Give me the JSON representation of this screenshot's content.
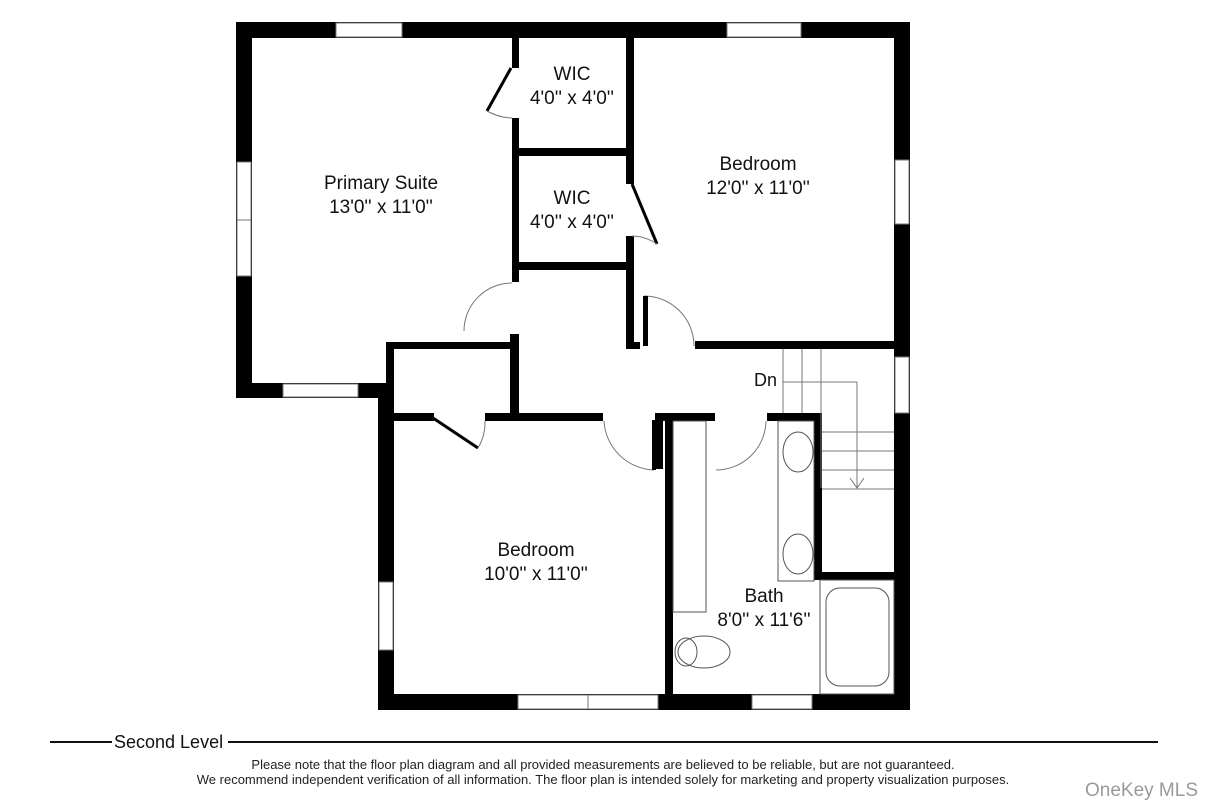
{
  "floor_plan": {
    "level_title": "Second Level",
    "rooms": [
      {
        "id": "primary-suite",
        "name": "Primary Suite",
        "dimensions": "13'0'' x 11'0''"
      },
      {
        "id": "wic-upper",
        "name": "WIC",
        "dimensions": "4'0'' x 4'0''"
      },
      {
        "id": "wic-lower",
        "name": "WIC",
        "dimensions": "4'0'' x 4'0''"
      },
      {
        "id": "bedroom-ne",
        "name": "Bedroom",
        "dimensions": "12'0'' x 11'0''"
      },
      {
        "id": "bedroom-sw",
        "name": "Bedroom",
        "dimensions": "10'0'' x 11'0''"
      },
      {
        "id": "bath",
        "name": "Bath",
        "dimensions": "8'0'' x 11'6''"
      }
    ],
    "stairs_label": "Dn",
    "colors": {
      "wall": "#000000",
      "fixture_line": "#777777",
      "background": "#ffffff"
    }
  },
  "footer": {
    "disclaimer_line1": "Please note that the floor plan diagram and all provided measurements are believed to be reliable, but are not guaranteed.",
    "disclaimer_line2": "We recommend independent verification of all information. The floor plan is intended solely for marketing and property visualization purposes.",
    "watermark": "OneKey MLS"
  }
}
